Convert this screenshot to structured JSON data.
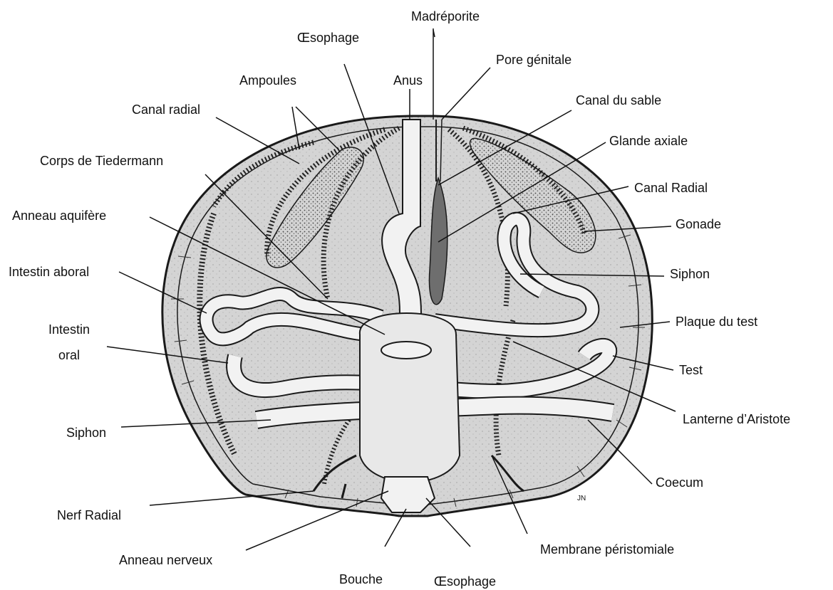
{
  "labels": {
    "madreporite": "Madréporite",
    "oesophage_top": "Œsophage",
    "pore_genitale": "Pore génitale",
    "ampoules": "Ampoules",
    "anus": "Anus",
    "canal_du_sable": "Canal du sable",
    "canal_radial_left": "Canal radial",
    "glande_axiale": "Glande axiale",
    "corps_tiedermann": "Corps de Tiedermann",
    "canal_radial_right": "Canal Radial",
    "anneau_aquifere": "Anneau aquifère",
    "gonade": "Gonade",
    "intestin_aboral": "Intestin aboral",
    "siphon_right": "Siphon",
    "plaque_du_test": "Plaque du test",
    "intestin_oral_1": "Intestin",
    "intestin_oral_2": "oral",
    "test": "Test",
    "lanterne": "Lanterne d’Aristote",
    "siphon_left": "Siphon",
    "coecum": "Coecum",
    "nerf_radial": "Nerf Radial",
    "membrane": "Membrane péristomiale",
    "anneau_nerveux": "Anneau nerveux",
    "bouche": "Bouche",
    "oesophage_bottom": "Œsophage",
    "signature": "JN"
  },
  "colors": {
    "ink": "#1a1a1a",
    "body_fill": "#d9d9d9",
    "organ_fill": "#f2f2f2",
    "gonad_fill": "#e6e6e6",
    "gland_fill": "#6e6e6e"
  }
}
